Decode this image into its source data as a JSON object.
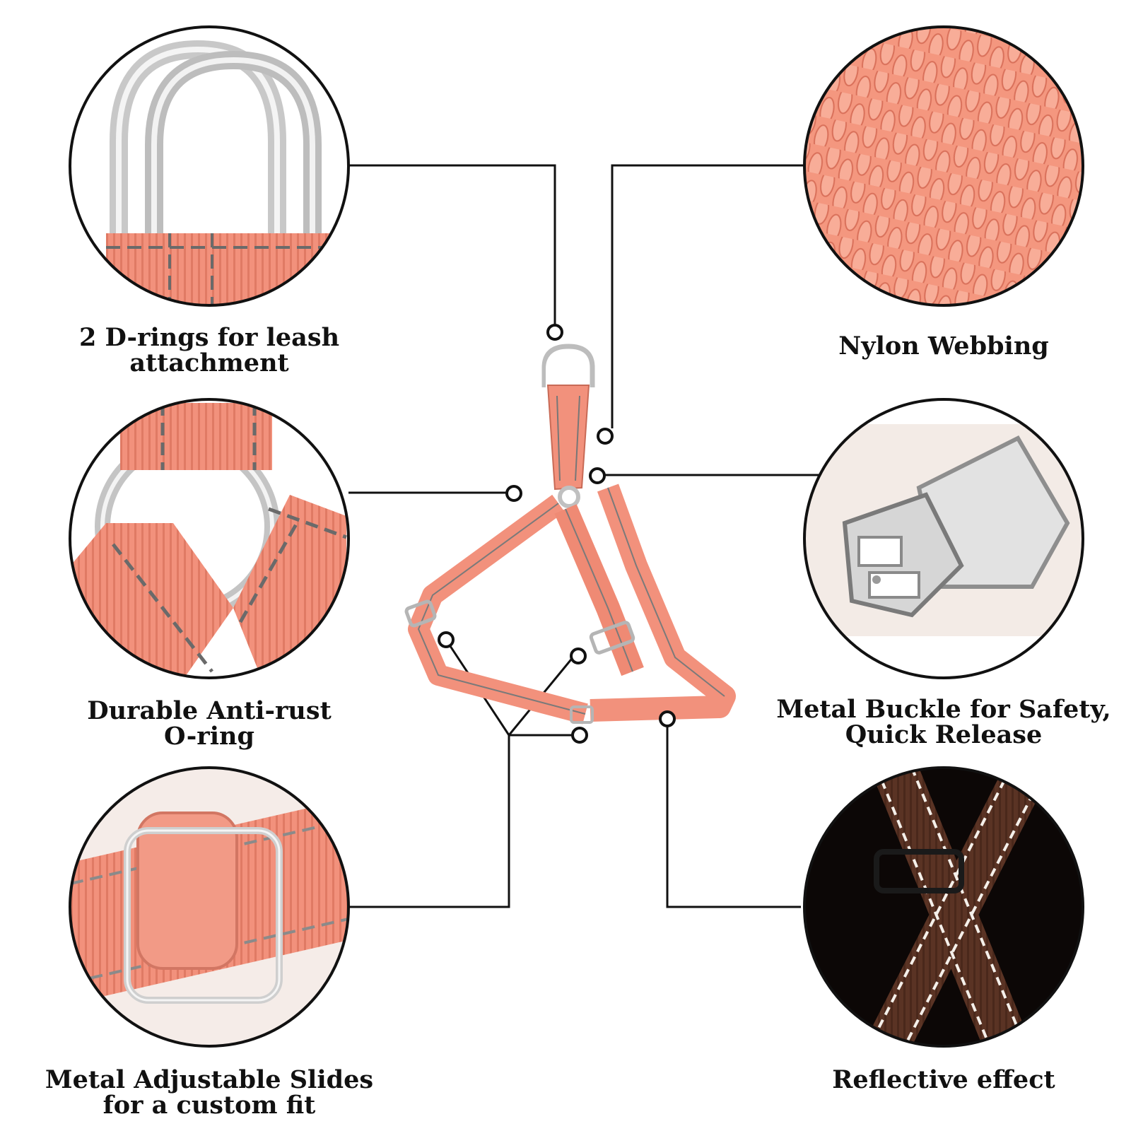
{
  "features": [
    {
      "id": "d-rings",
      "lines": [
        "2 D-rings for leash",
        "attachment"
      ]
    },
    {
      "id": "nylon-webbing",
      "lines": [
        "Nylon Webbing"
      ]
    },
    {
      "id": "o-ring",
      "lines": [
        "Durable Anti-rust",
        "O-ring"
      ]
    },
    {
      "id": "metal-buckle",
      "lines": [
        "Metal Buckle for Safety,",
        "Quick Release"
      ]
    },
    {
      "id": "adjustable-slides",
      "lines": [
        "Metal Adjustable Slides",
        "for a custom fit"
      ]
    },
    {
      "id": "reflective",
      "lines": [
        "Reflective effect"
      ]
    }
  ],
  "colors": {
    "webbing": "#f2917c",
    "webbing_dark": "#d9735e",
    "stitch": "#6a6a6a",
    "metal": "#d8d8d8",
    "reflective_bg": "#0c0706",
    "reflective_strap": "#5a3324",
    "reflective_stitch": "#f5f0ea",
    "line": "#111111"
  }
}
